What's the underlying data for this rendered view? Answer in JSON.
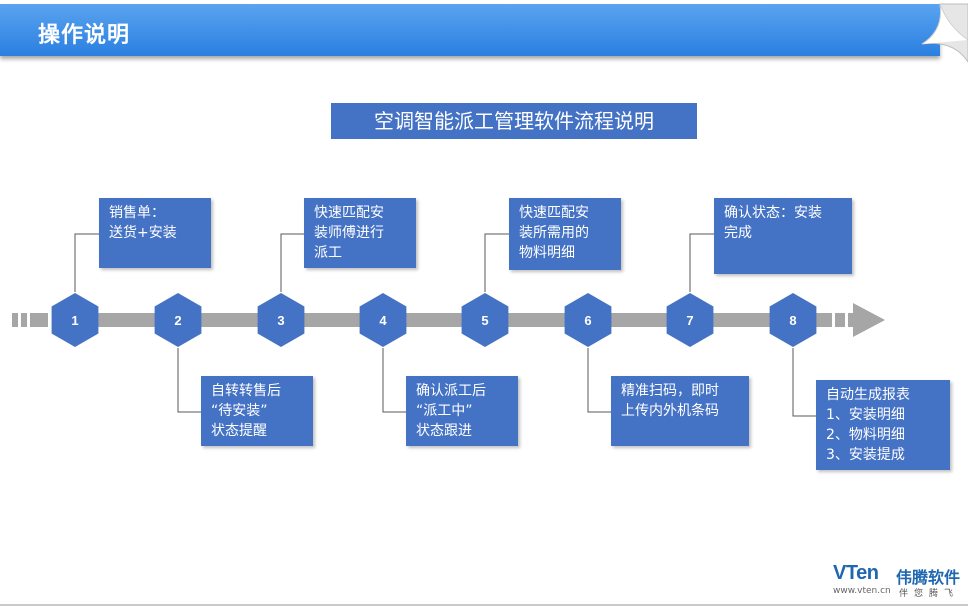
{
  "header": {
    "title": "操作说明"
  },
  "diagram": {
    "title": "空调智能派工管理软件流程说明",
    "colors": {
      "node": "#4472c4",
      "arrow": "#a6a6a6",
      "connector": "#595959"
    },
    "steps": [
      {
        "num": "1",
        "lines": [
          "销售单：",
          "送货+安装"
        ]
      },
      {
        "num": "2",
        "lines": [
          "自转转售后",
          "“待安装”",
          "状态提醒"
        ]
      },
      {
        "num": "3",
        "lines": [
          "快速匹配安",
          "装师傅进行",
          "派工"
        ]
      },
      {
        "num": "4",
        "lines": [
          "确认派工后",
          "“派工中”",
          "状态跟进"
        ]
      },
      {
        "num": "5",
        "lines": [
          "快速匹配安",
          "装所需用的",
          "物料明细"
        ]
      },
      {
        "num": "6",
        "lines": [
          "精准扫码，即时",
          "上传内外机条码"
        ]
      },
      {
        "num": "7",
        "lines": [
          "确认状态：安装",
          "完成"
        ]
      },
      {
        "num": "8",
        "lines": [
          "自动生成报表",
          "1、安装明细",
          "2、物料明细",
          "3、安装提成"
        ]
      }
    ]
  },
  "logo": {
    "brand": "VTen",
    "name": "伟腾软件",
    "url": "www.vten.cn",
    "slogan": "伴您腾飞"
  }
}
